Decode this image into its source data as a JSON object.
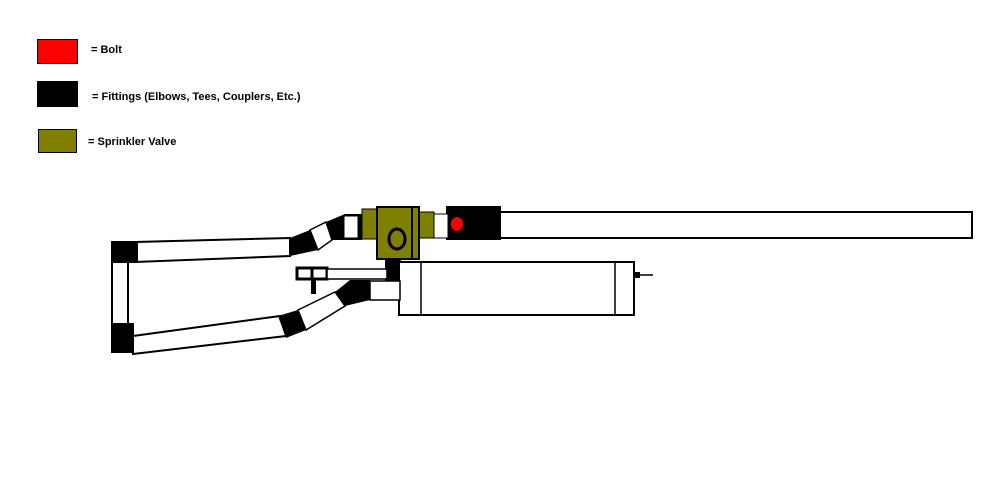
{
  "legend": {
    "items": [
      {
        "label": "= Bolt",
        "color": "#ff0000"
      },
      {
        "label": "= Fittings (Elbows, Tees, Couplers, Etc.)",
        "color": "#000000"
      },
      {
        "label": "= Sprinkler Valve",
        "color": "#808000"
      }
    ]
  },
  "diagram": {
    "colors": {
      "pipe": "#ffffff",
      "outline": "#000000",
      "fitting": "#000000",
      "bolt": "#ff0000",
      "valve": "#808000"
    }
  }
}
